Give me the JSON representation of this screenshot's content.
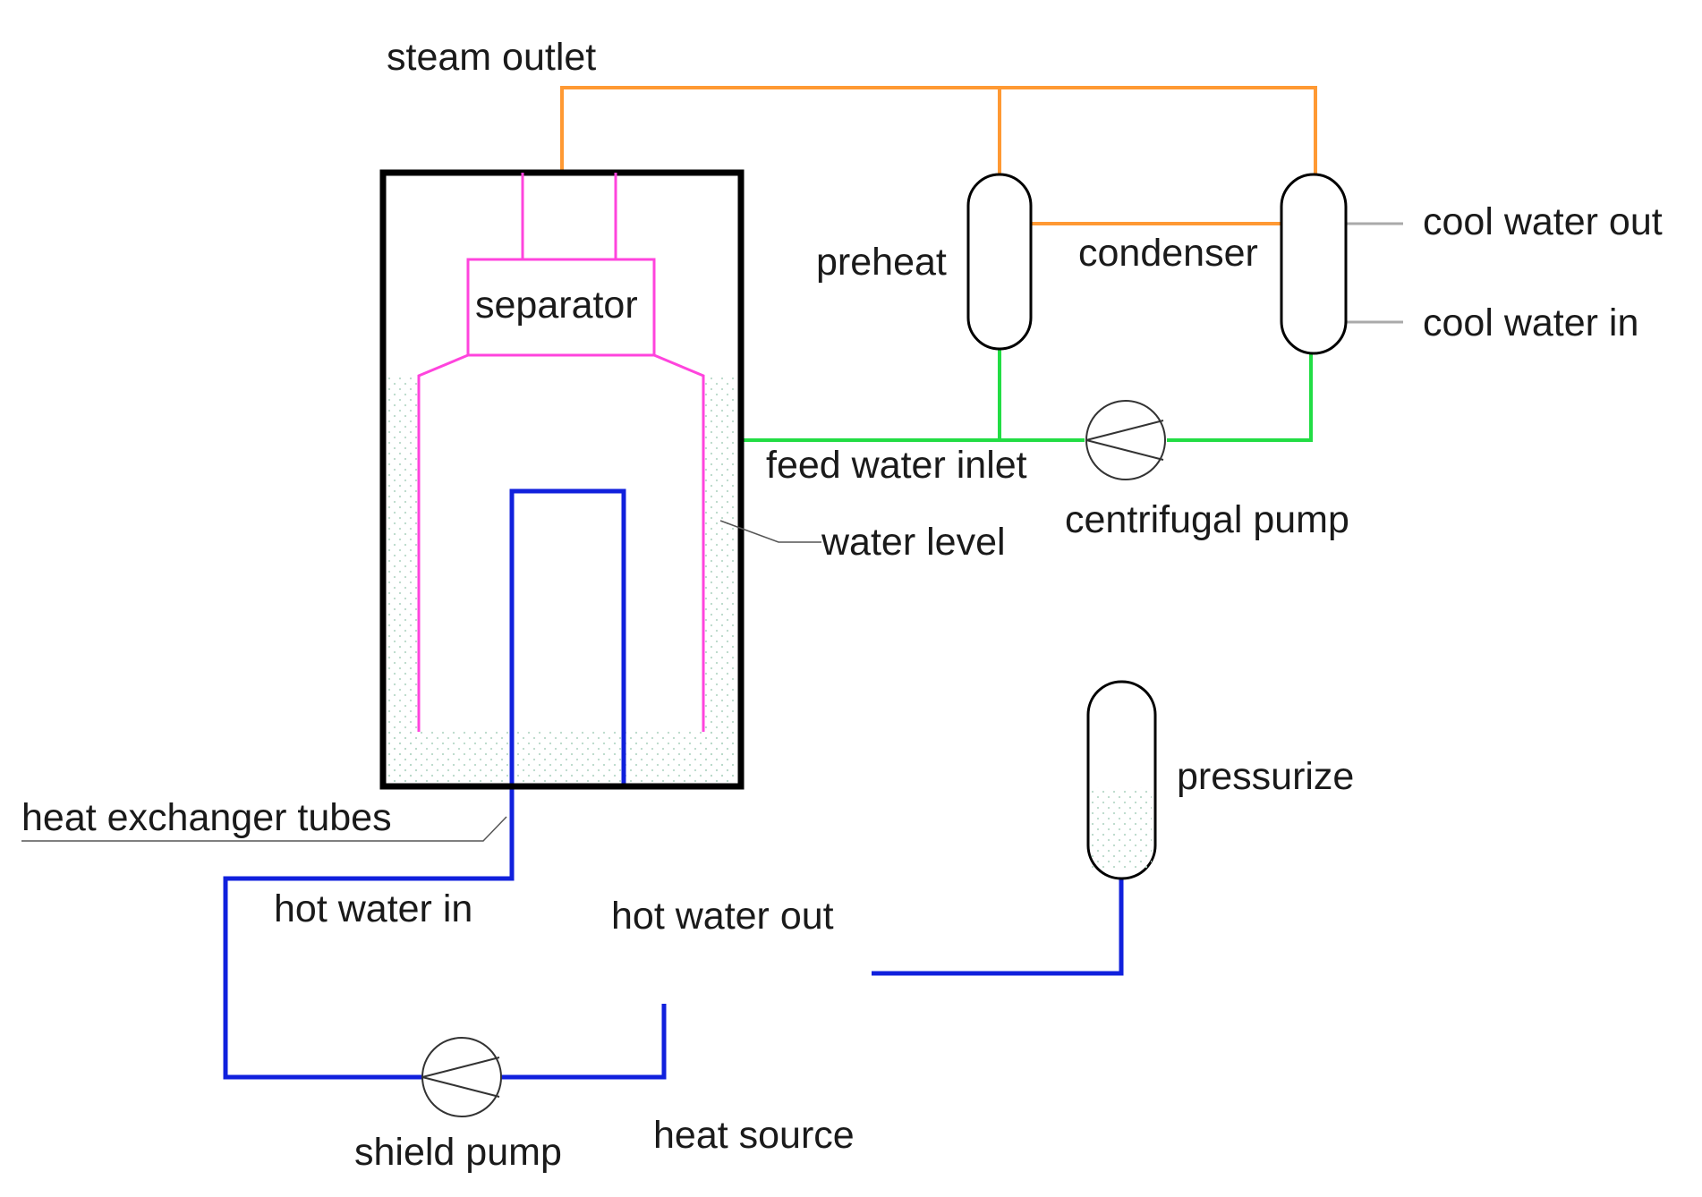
{
  "labels": {
    "steam_outlet": "steam outlet",
    "separator": "separator",
    "preheat": "preheat",
    "condenser": "condenser",
    "cool_water_out": "cool water out",
    "cool_water_in": "cool water in",
    "feed_water_inlet": "feed water inlet",
    "centrifugal_pump": "centrifugal pump",
    "water_level": "water level",
    "pressurize": "pressurize",
    "heat_exchanger_tubes": "heat exchanger tubes",
    "hot_water_in": "hot water in",
    "hot_water_out": "hot water out",
    "shield_pump": "shield pump",
    "heat_source": "heat source"
  },
  "colors": {
    "steam_line": "#ff9933",
    "separator_line": "#ff44dd",
    "feed_water_line": "#22dd44",
    "primary_loop": "#1020dd",
    "vessel": "#000000",
    "leader_line": "#555555",
    "cooling_line": "#aaaaaa",
    "water_dots": "#b8d8c8"
  }
}
